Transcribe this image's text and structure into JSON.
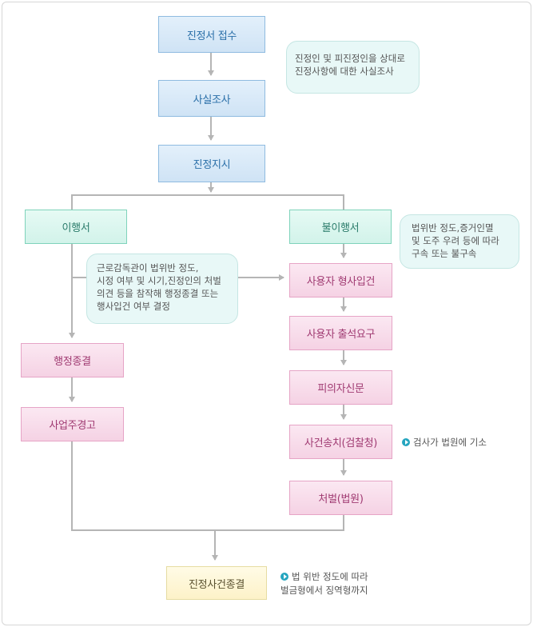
{
  "boxes": {
    "receipt": "진정서 접수",
    "investigation": "사실조사",
    "order": "진정지시",
    "comply": "이행서",
    "noncomply": "불이행서",
    "admin_close": "행정종결",
    "employer_warning": "사업주경고",
    "criminal_case": "사용자 형사입건",
    "summon": "사용자 출석요구",
    "interrogation": "피의자신문",
    "referral": "사건송치(검찰청)",
    "punishment": "처벌(법원)",
    "case_closed": "진정사건종결"
  },
  "bubbles": {
    "investigation_note": [
      "진정인 및 피진정인을 상대로",
      "진정사항에 대한 사실조사"
    ],
    "supervisor_note": [
      "근로감독관이 법위반 정도,",
      "시정 여부 및 시기,진정인의 처벌",
      "의견 등을 참작해 행정종결 또는",
      "행사입건 여부 결정"
    ],
    "arrest_note": [
      "법위반 정도,증거인멸",
      "및 도주 우려 등에 따라",
      "구속 또는 불구속"
    ]
  },
  "notes": {
    "prosecutor": "검사가 법원에 기소",
    "penalty_line1": "법 위반 정도에 따라",
    "penalty_line2": "벌금형에서 징역형까지"
  },
  "colors": {
    "line": "#b5b5b5",
    "blue_box": "#cfe3f5",
    "green_box": "#d2f3ea",
    "pink_box": "#f5d2e4",
    "yellow_box": "#fdf2c8",
    "bubble": "#e8f8f7",
    "note_dot": "#25a5bf"
  }
}
